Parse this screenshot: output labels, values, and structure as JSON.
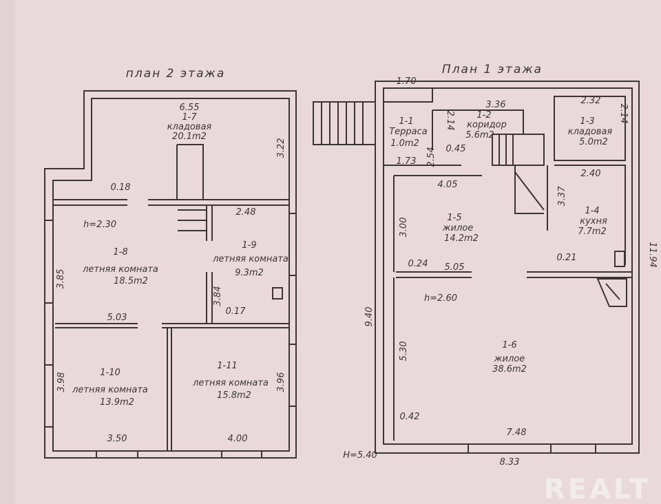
{
  "floor2": {
    "title": "план 2 этажа",
    "rooms": [
      {
        "id": "1-7",
        "name": "кладовая",
        "area": "20.1m2",
        "dim": "6.55"
      },
      {
        "id": "1-8",
        "name": "летняя комната",
        "area": "18.5m2"
      },
      {
        "id": "1-9",
        "name": "летняя комната",
        "area": "9.3m2",
        "dim": "2.48"
      },
      {
        "id": "1-10",
        "name": "летняя комната",
        "area": "13.9m2"
      },
      {
        "id": "1-11",
        "name": "летняя комната",
        "area": "15.8m2"
      }
    ],
    "dims": [
      "3.22",
      "0.18",
      "h=2.30",
      "3.85",
      "3.84",
      "0.17",
      "5.03",
      "3.98",
      "3.96",
      "3.50",
      "4.00"
    ]
  },
  "floor1": {
    "title": "План 1 этажа",
    "rooms": [
      {
        "id": "1-1",
        "name": "Терраса",
        "area": "1.0m2"
      },
      {
        "id": "1-2",
        "name": "коридор",
        "area": "5.6m2",
        "dim": "3.36"
      },
      {
        "id": "1-3",
        "name": "кладовая",
        "area": "5.0m2",
        "dim": "2.32"
      },
      {
        "id": "1-4",
        "name": "кухня",
        "area": "7.7m2",
        "dim": "2.40"
      },
      {
        "id": "1-5",
        "name": "жилое",
        "area": "14.2m2",
        "dim": "4.05"
      },
      {
        "id": "1-6",
        "name": "жилое",
        "area": "38.6m2"
      }
    ],
    "dims": [
      "1.70",
      "2.14",
      "2.14",
      "2.54",
      "0.45",
      "1.73",
      "3.37",
      "3.00",
      "0.24",
      "5.05",
      "0.21",
      "11.94",
      "9.40",
      "h=2.60",
      "5.30",
      "0.42",
      "7.48",
      "H=5.40",
      "8.33"
    ]
  },
  "watermark": "REALT"
}
